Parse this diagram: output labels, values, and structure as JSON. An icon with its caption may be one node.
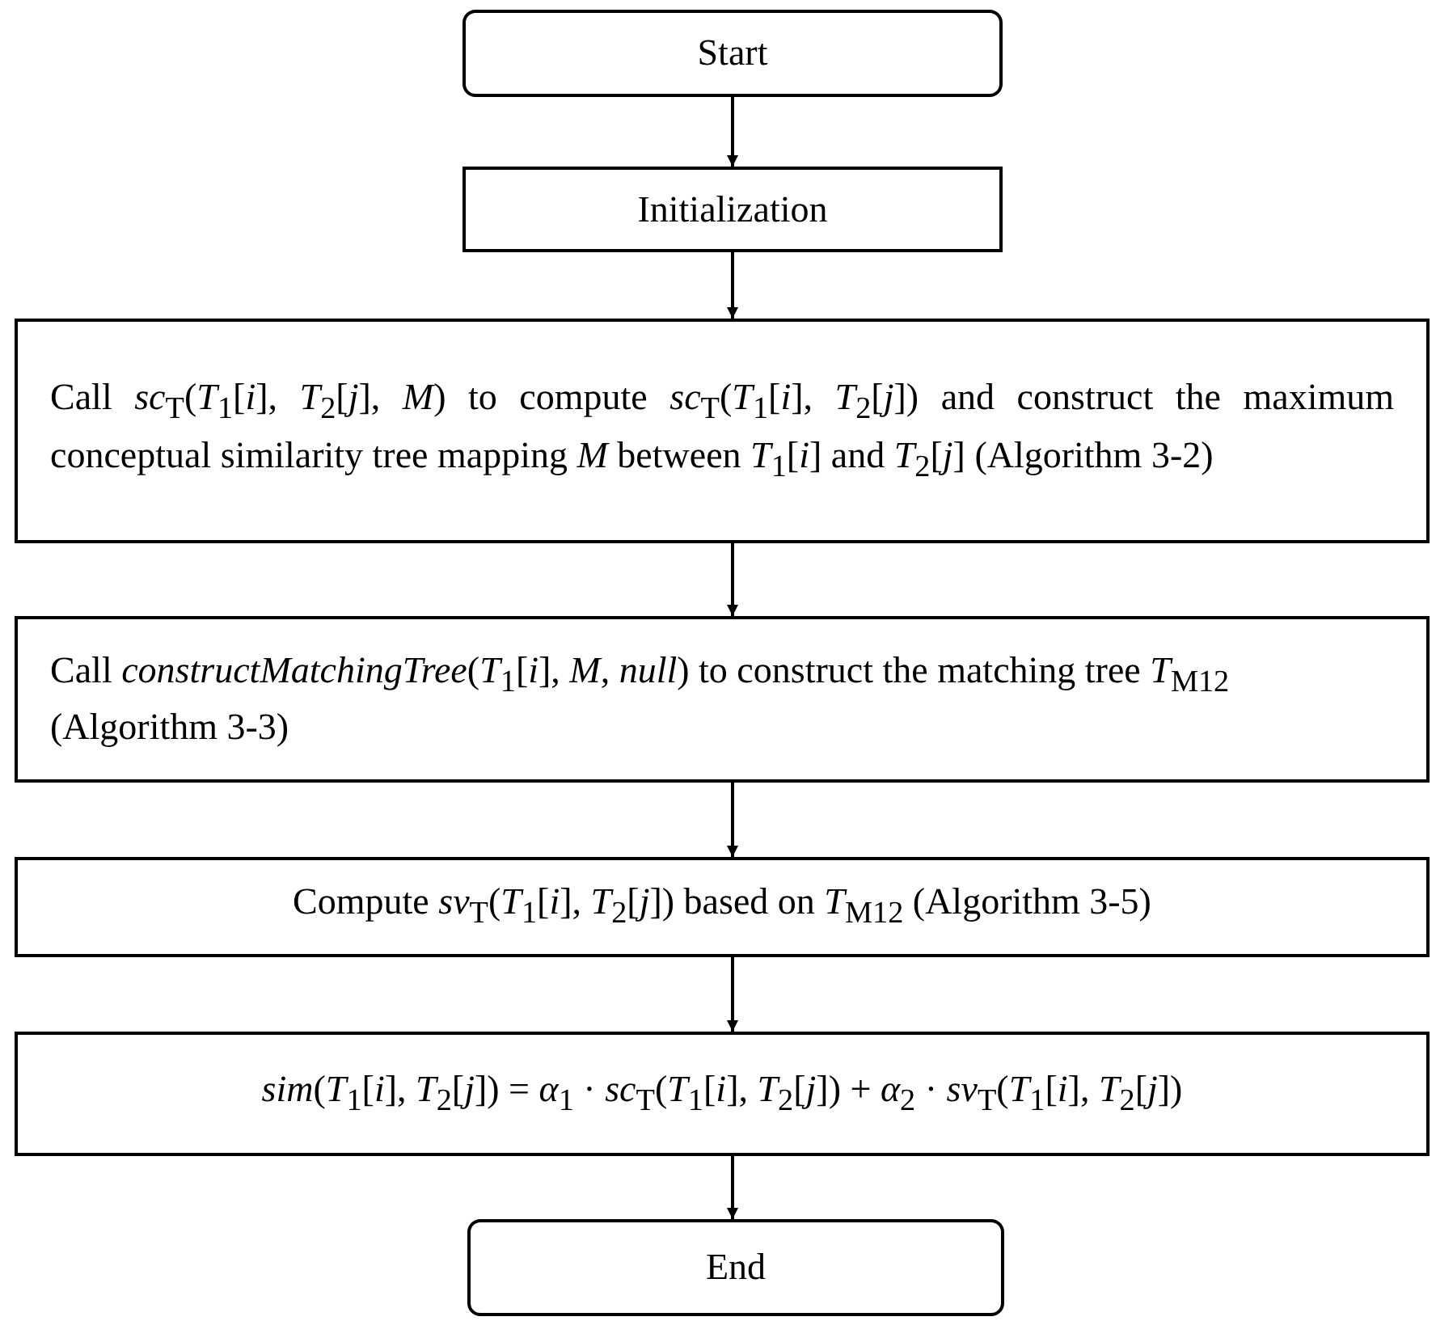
{
  "diagram": {
    "nodes": [
      {
        "text": [
          "Start"
        ]
      },
      {
        "text": [
          "Initialization"
        ]
      },
      {
        "text": [
          "Call *sc*$_{T}$(*T*$_{1}$[*i*], *T*$_{2}$[*j*], *M*) to compute *sc*$_{T}$(*T*$_{1}$[*i*], *T*$_{2}$[*j*]) and construct the maximum conceptual similarity tree mapping *M* between *T*$_{1}$[*i*] and *T*$_{2}$[*j*] (Algorithm 3-2)"
        ]
      },
      {
        "text": [
          "Call *constructMatchingTree*(*T*$_{1}$[*i*], *M*, *null*) to construct the matching tree *T*$_{M12}$ (Algorithm 3-3)"
        ]
      },
      {
        "text": [
          "Compute *sv*$_{T}$(*T*$_{1}$[*i*], *T*$_{2}$[*j*]) based on *T*$_{M12}$ (Algorithm 3-5)"
        ]
      },
      {
        "text": [
          "*sim*(*T*$_{1}$[*i*], *T*$_{2}$[*j*]) = *α*$_{1}$ · *sc*$_{T}$(*T*$_{1}$[*i*], *T*$_{2}$[*j*]) + *α*$_{2}$ · *sv*$_{T}$(*T*$_{1}$[*i*], *T*$_{2}$[*j*])"
        ]
      },
      {
        "text": [
          "End"
        ]
      }
    ],
    "edges": [
      {
        "from": 0,
        "to": 1,
        "arrow": "to"
      },
      {
        "from": 1,
        "to": 2,
        "arrow": "to"
      },
      {
        "from": 2,
        "to": 3,
        "arrow": "to"
      },
      {
        "from": 3,
        "to": 4,
        "arrow": "to"
      },
      {
        "from": 4,
        "to": 5,
        "arrow": "to"
      },
      {
        "from": 5,
        "to": 6,
        "arrow": "to"
      }
    ]
  }
}
